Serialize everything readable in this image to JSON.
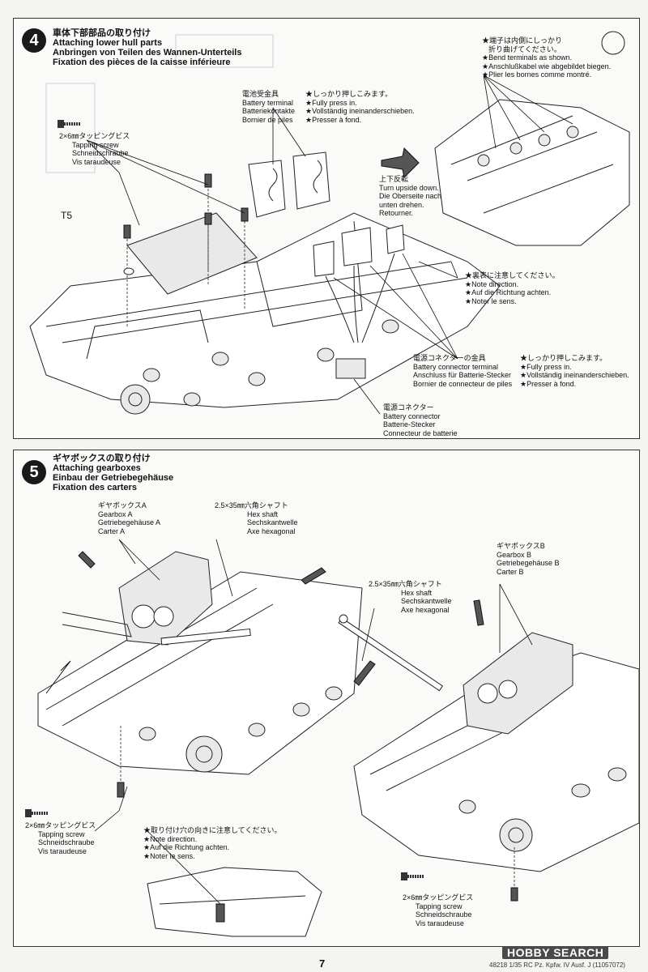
{
  "step4": {
    "number": "4",
    "title": {
      "jp": "車体下部部品の取り付け",
      "en": "Attaching lower hull parts",
      "de": "Anbringen von Teilen des Wannen-Unterteils",
      "fr": "Fixation des pièces de la caisse inférieure"
    },
    "screw": {
      "jp": "2×6㎜タッピングビス",
      "en": "Tapping screw",
      "de": "Schneidschraube",
      "fr": "Vis taraudeuse"
    },
    "part_label": "T5",
    "battery_terminal": {
      "jp": "電池受金具",
      "en": "Battery terminal",
      "de": "Batteriekontakte",
      "fr": "Bornier de piles"
    },
    "press_note_1": {
      "jp": "★しっかり押しこみます。",
      "en": "★Fully press in.",
      "de": "★Vollständig ineinanderschieben.",
      "fr": "★Presser à fond."
    },
    "turn_note": {
      "jp": "上下反転",
      "en": "Turn upside down.",
      "de1": "Die Oberseite nach",
      "de2": "unten drehen.",
      "fr": "Retourner."
    },
    "bend_note": {
      "jp1": "★端子は内側にしっかり",
      "jp2": "折り曲げてください。",
      "en": "★Bend terminals as shown.",
      "de": "★Anschlußkabel wie abgebildet biegen.",
      "fr": "★Plier les bornes comme montré."
    },
    "direction_note": {
      "jp": "★裏表に注意してください。",
      "en": "★Note direction.",
      "de": "★Auf die Richtung achten.",
      "fr": "★Noter le sens."
    },
    "connector_terminal": {
      "jp": "電源コネクターの金具",
      "en": "Battery connector terminal",
      "de": "Anschluss für Batterie-Stecker",
      "fr": "Bornier de connecteur de piles"
    },
    "press_note_2": {
      "jp": "★しっかり押しこみます。",
      "en": "★Fully press in.",
      "de": "★Vollständig ineinanderschieben.",
      "fr": "★Presser à fond."
    },
    "connector": {
      "jp": "電源コネクター",
      "en": "Battery connector",
      "de": "Batterie-Stecker",
      "fr": "Connecteur de batterie"
    }
  },
  "step5": {
    "number": "5",
    "title": {
      "jp": "ギヤボックスの取り付け",
      "en": "Attaching gearboxes",
      "de": "Einbau der Getriebegehäuse",
      "fr": "Fixation des carters"
    },
    "gearbox_a": {
      "jp": "ギヤボックスA",
      "en": "Gearbox A",
      "de": "Getriebegehäuse A",
      "fr": "Carter A"
    },
    "hex_shaft_1": {
      "jp": "2.5×35㎜六角シャフト",
      "en": "Hex shaft",
      "de": "Sechskantwelle",
      "fr": "Axe hexagonal"
    },
    "gearbox_b": {
      "jp": "ギヤボックスB",
      "en": "Gearbox B",
      "de": "Getriebegehäuse B",
      "fr": "Carter B"
    },
    "hex_shaft_2": {
      "jp": "2.5×35㎜六角シャフト",
      "en": "Hex shaft",
      "de": "Sechskantwelle",
      "fr": "Axe hexagonal"
    },
    "screw_1": {
      "jp": "2×6㎜タッピングビス",
      "en": "Tapping screw",
      "de": "Schneidschraube",
      "fr": "Vis taraudeuse"
    },
    "direction_note": {
      "jp": "★取り付け穴の向きに注意してください。",
      "en": "★Note direction.",
      "de": "★Auf die Richtung achten.",
      "fr": "★Noter le sens."
    },
    "screw_2": {
      "jp": "2×6㎜タッピングビス",
      "en": "Tapping screw",
      "de": "Schneidschraube",
      "fr": "Vis taraudeuse"
    }
  },
  "footer": {
    "page_number": "7",
    "code": "48218  1/35 RC Pz. Kpfw. IV Ausf. J  (11057072)",
    "watermark": "HOBBY SEARCH"
  }
}
